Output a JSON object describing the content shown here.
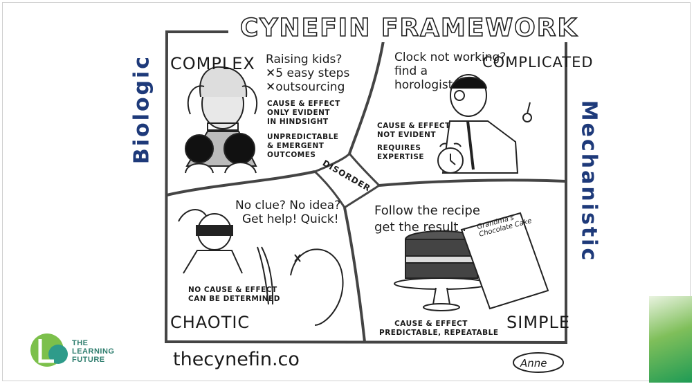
{
  "title": "CYNEFIN FRAMEWORK",
  "side_labels": {
    "left": "Biologic",
    "right": "Mechanistic"
  },
  "domains": {
    "complex": {
      "name": "COMPLEX",
      "question": "Raising kids?",
      "crossed": [
        "5 easy steps",
        "outsourcing"
      ],
      "cause_effect": [
        "CAUSE & EFFECT",
        "ONLY EVIDENT",
        "IN HINDSIGHT"
      ],
      "outcomes": [
        "UNPREDICTABLE",
        "& EMERGENT",
        "OUTCOMES"
      ]
    },
    "complicated": {
      "name": "COMPLICATED",
      "question": [
        "Clock not working?",
        "find a",
        "horologist"
      ],
      "cause_effect": [
        "CAUSE & EFFECT",
        "NOT EVIDENT"
      ],
      "requires": [
        "REQUIRES",
        "EXPERTISE"
      ]
    },
    "chaotic": {
      "name": "CHAOTIC",
      "question": [
        "No clue? No idea?",
        "Get help! Quick!"
      ],
      "cause_effect": [
        "NO CAUSE & EFFECT",
        "CAN BE DETERMINED"
      ]
    },
    "simple": {
      "name": "SIMPLE",
      "question": [
        "Follow the recipe",
        "get the result ."
      ],
      "card": [
        "Grandma's",
        "Chocolate Cake"
      ],
      "cause_effect": [
        "CAUSE & EFFECT",
        "PREDICTABLE, REPEATABLE"
      ]
    }
  },
  "center": "DISORDER",
  "website": "thecynefin.co",
  "signature": "Anne",
  "logo": {
    "lines": [
      "THE",
      "LEARNING",
      "FUTURE"
    ]
  },
  "colors": {
    "side_label": "#1e3a7a",
    "logo_green": "#7cc04b",
    "logo_teal": "#2e7d6e"
  }
}
